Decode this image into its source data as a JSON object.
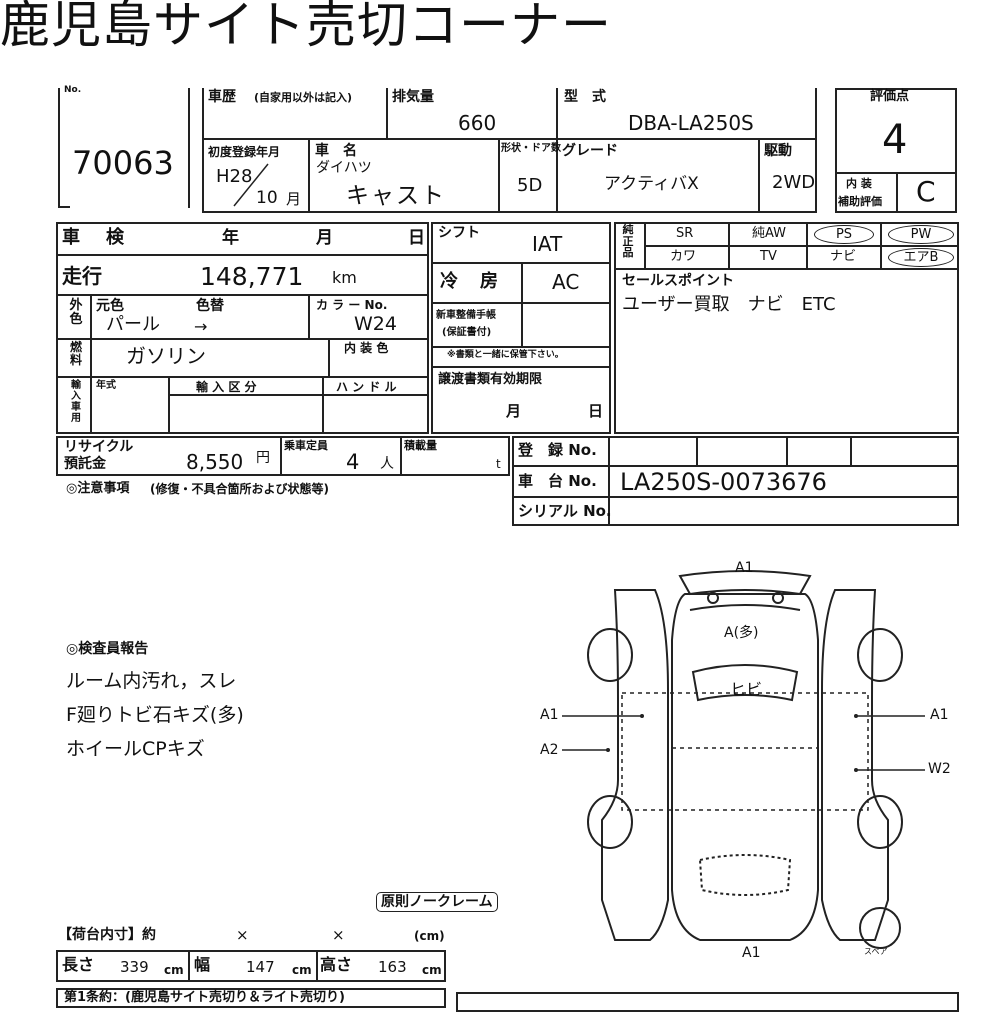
{
  "title": "鹿児島サイト売切コーナー",
  "lot": {
    "label": "No.",
    "number": "70063"
  },
  "history": {
    "label": "車歴",
    "note": "(自家用以外は記入)"
  },
  "displacement": {
    "label": "排気量",
    "value": "660"
  },
  "model": {
    "label": "型　式",
    "value": "DBA-LA250S"
  },
  "score": {
    "label": "評価点",
    "value": "4"
  },
  "first_reg": {
    "label": "初度登録年月",
    "era_year": "H28",
    "month": "10",
    "month_unit": "月"
  },
  "car_name": {
    "label": "車　名",
    "maker": "ダイハツ",
    "name": "キャスト"
  },
  "body": {
    "label": "形状・ドア数",
    "value": "5D"
  },
  "grade": {
    "label": "グレード",
    "value": "アクティバX"
  },
  "drive": {
    "label": "駆動",
    "value": "2WD"
  },
  "interior_score": {
    "label1": "内 装",
    "label2": "補助評価",
    "value": "C"
  },
  "inspection": {
    "label": "車　検",
    "year": "年",
    "month": "月",
    "day": "日"
  },
  "shift": {
    "label": "シフト",
    "value": "IAT"
  },
  "equip": {
    "label": "純正品",
    "items": [
      "SR",
      "純AW",
      "PS",
      "PW",
      "カワ",
      "TV",
      "ナビ",
      "エアB"
    ]
  },
  "mileage": {
    "label": "走行",
    "value": "148,771",
    "unit": "km"
  },
  "aircon": {
    "label": "冷　房",
    "value": "AC"
  },
  "sales_point": {
    "label": "セールスポイント",
    "value": "ユーザー買取　ナビ　ETC"
  },
  "exterior_color": {
    "label": "外色",
    "orig_label": "元色",
    "change_label": "色替",
    "orig": "パール",
    "arrow": "→"
  },
  "color_no": {
    "label": "カ ラ ー No.",
    "value": "W24"
  },
  "new_car_docs": {
    "label1": "新車整備手帳",
    "label2": "(保証書付)",
    "note": "※書類と一緒に保管下さい。"
  },
  "fuel": {
    "label": "燃料",
    "value": "ガソリン"
  },
  "interior_color": {
    "label": "内 装 色"
  },
  "import": {
    "label": "輸入車用",
    "year_label": "年式",
    "class_label": "輸 入 区 分",
    "handle_label": "ハ ン ド ル"
  },
  "transfer_docs": {
    "label": "譲渡書類有効期限",
    "month": "月",
    "day": "日"
  },
  "recycle": {
    "label1": "リサイクル",
    "label2": "預託金",
    "value": "8,550",
    "unit": "円"
  },
  "capacity": {
    "label": "乗車定員",
    "value": "4",
    "unit": "人"
  },
  "load": {
    "label": "積載量",
    "unit": "t"
  },
  "registration": {
    "label": "登　録 No."
  },
  "chassis": {
    "label": "車　台 No.",
    "value": "LA250S-0073676"
  },
  "serial": {
    "label": "シリアル No."
  },
  "caution": {
    "label": "◎注意事項",
    "note": "(修復・不具合箇所および状態等)"
  },
  "inspector": {
    "label": "◎検査員報告",
    "notes": [
      "ルーム内汚れ，スレ",
      "F廻りトビ石キズ(多)",
      "ホイールCPキズ"
    ]
  },
  "diagram": {
    "top": "A1",
    "hood": "A(多)",
    "windshield": "ヒビ",
    "left_upper": "A1",
    "left_lower": "A2",
    "right_upper": "A1",
    "right_lower": "W2",
    "bottom": "A1",
    "spare": "スペア"
  },
  "no_claim": "原則ノークレーム",
  "cargo": {
    "label": "【荷台内寸】約",
    "x1": "×",
    "x2": "×",
    "unit": "(cm)"
  },
  "dims": {
    "length_label": "長さ",
    "length": "339",
    "width_label": "幅",
    "width": "147",
    "height_label": "高さ",
    "height": "163",
    "unit": "cm"
  },
  "footer": "第1条約：(鹿児島サイト売切り＆ライト売切り)"
}
